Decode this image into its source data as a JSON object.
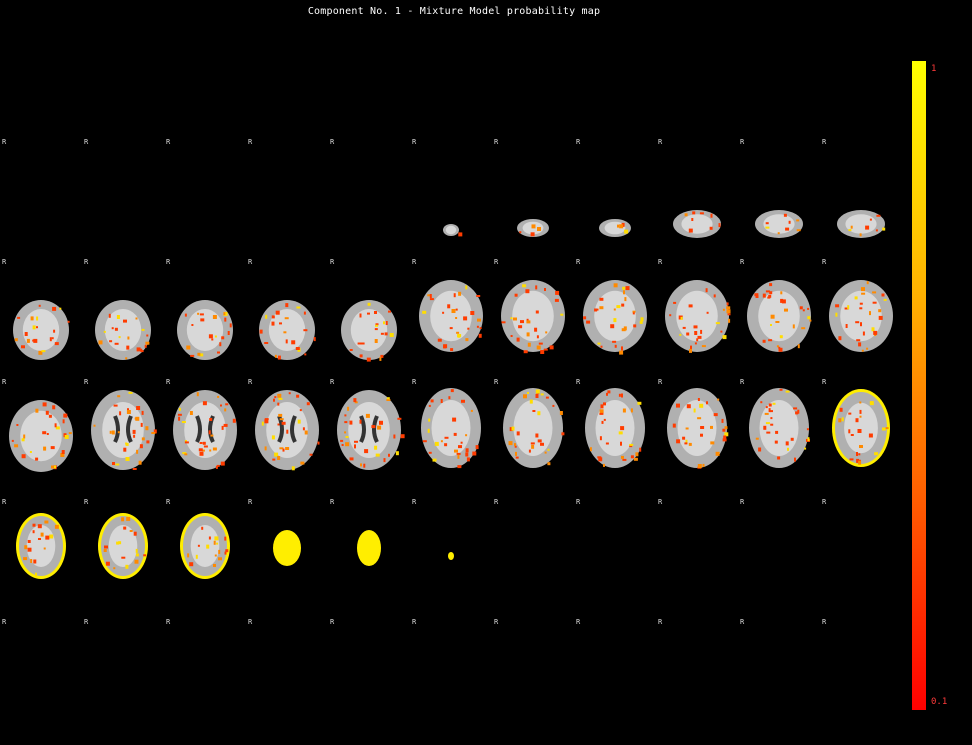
{
  "title": "Component No. 1 - Mixture Model probability map",
  "orientation_label": "R",
  "colorbar": {
    "max_label": "1",
    "min_label": "0.1",
    "colors": [
      "#ffff00",
      "#ffb300",
      "#ff6400",
      "#ff0000"
    ]
  },
  "montage": {
    "columns": 11,
    "rows": 5,
    "slices": [
      "empty",
      "empty",
      "empty",
      "empty",
      "empty",
      "tiny",
      "cerebellum-small",
      "cerebellum-small",
      "cerebellum",
      "cerebellum",
      "cerebellum",
      "lower",
      "lower",
      "lower",
      "lower",
      "lower",
      "mid",
      "mid",
      "mid",
      "mid",
      "mid",
      "mid",
      "mid",
      "ventricle",
      "ventricle",
      "ventricle",
      "ventricle",
      "upper",
      "upper",
      "upper",
      "upper",
      "upper",
      "upper-yellow",
      "top-yellow",
      "top-yellow",
      "top-yellow",
      "top-yellow-small",
      "top-yellow-tiny",
      "speck",
      "empty",
      "empty",
      "empty",
      "empty",
      "empty",
      "empty",
      "empty",
      "empty",
      "empty",
      "empty",
      "empty",
      "empty",
      "empty",
      "empty",
      "empty",
      "empty"
    ]
  }
}
